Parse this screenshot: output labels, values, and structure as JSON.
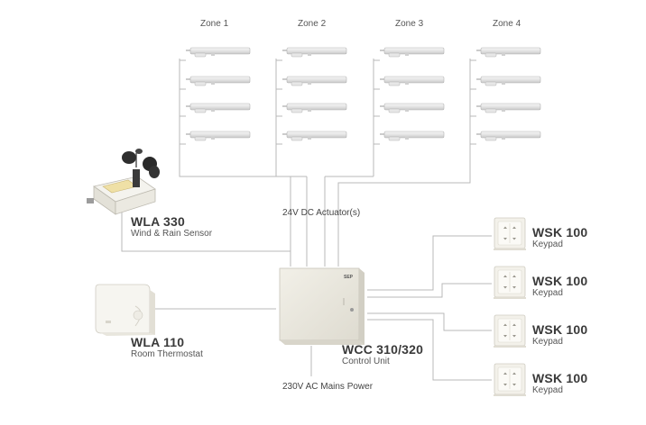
{
  "zones": [
    "Zone 1",
    "Zone 2",
    "Zone 3",
    "Zone 4"
  ],
  "actuator_bus": "24V DC Actuator(s)",
  "mains": "230V AC Mains Power",
  "sensor": {
    "name": "WLA 330",
    "desc": "Wind & Rain Sensor"
  },
  "thermostat": {
    "name": "WLA 110",
    "desc": "Room Thermostat"
  },
  "controller": {
    "name": "WCC 310/320",
    "desc": "Control Unit",
    "brand_mark": "SEP"
  },
  "keypads": [
    {
      "name": "WSK 100",
      "desc": "Keypad"
    },
    {
      "name": "WSK 100",
      "desc": "Keypad"
    },
    {
      "name": "WSK 100",
      "desc": "Keypad"
    },
    {
      "name": "WSK 100",
      "desc": "Keypad"
    }
  ],
  "colors": {
    "wire": "#b9b9b9",
    "device_body": "#efede6",
    "label": "#3a3a3a"
  }
}
